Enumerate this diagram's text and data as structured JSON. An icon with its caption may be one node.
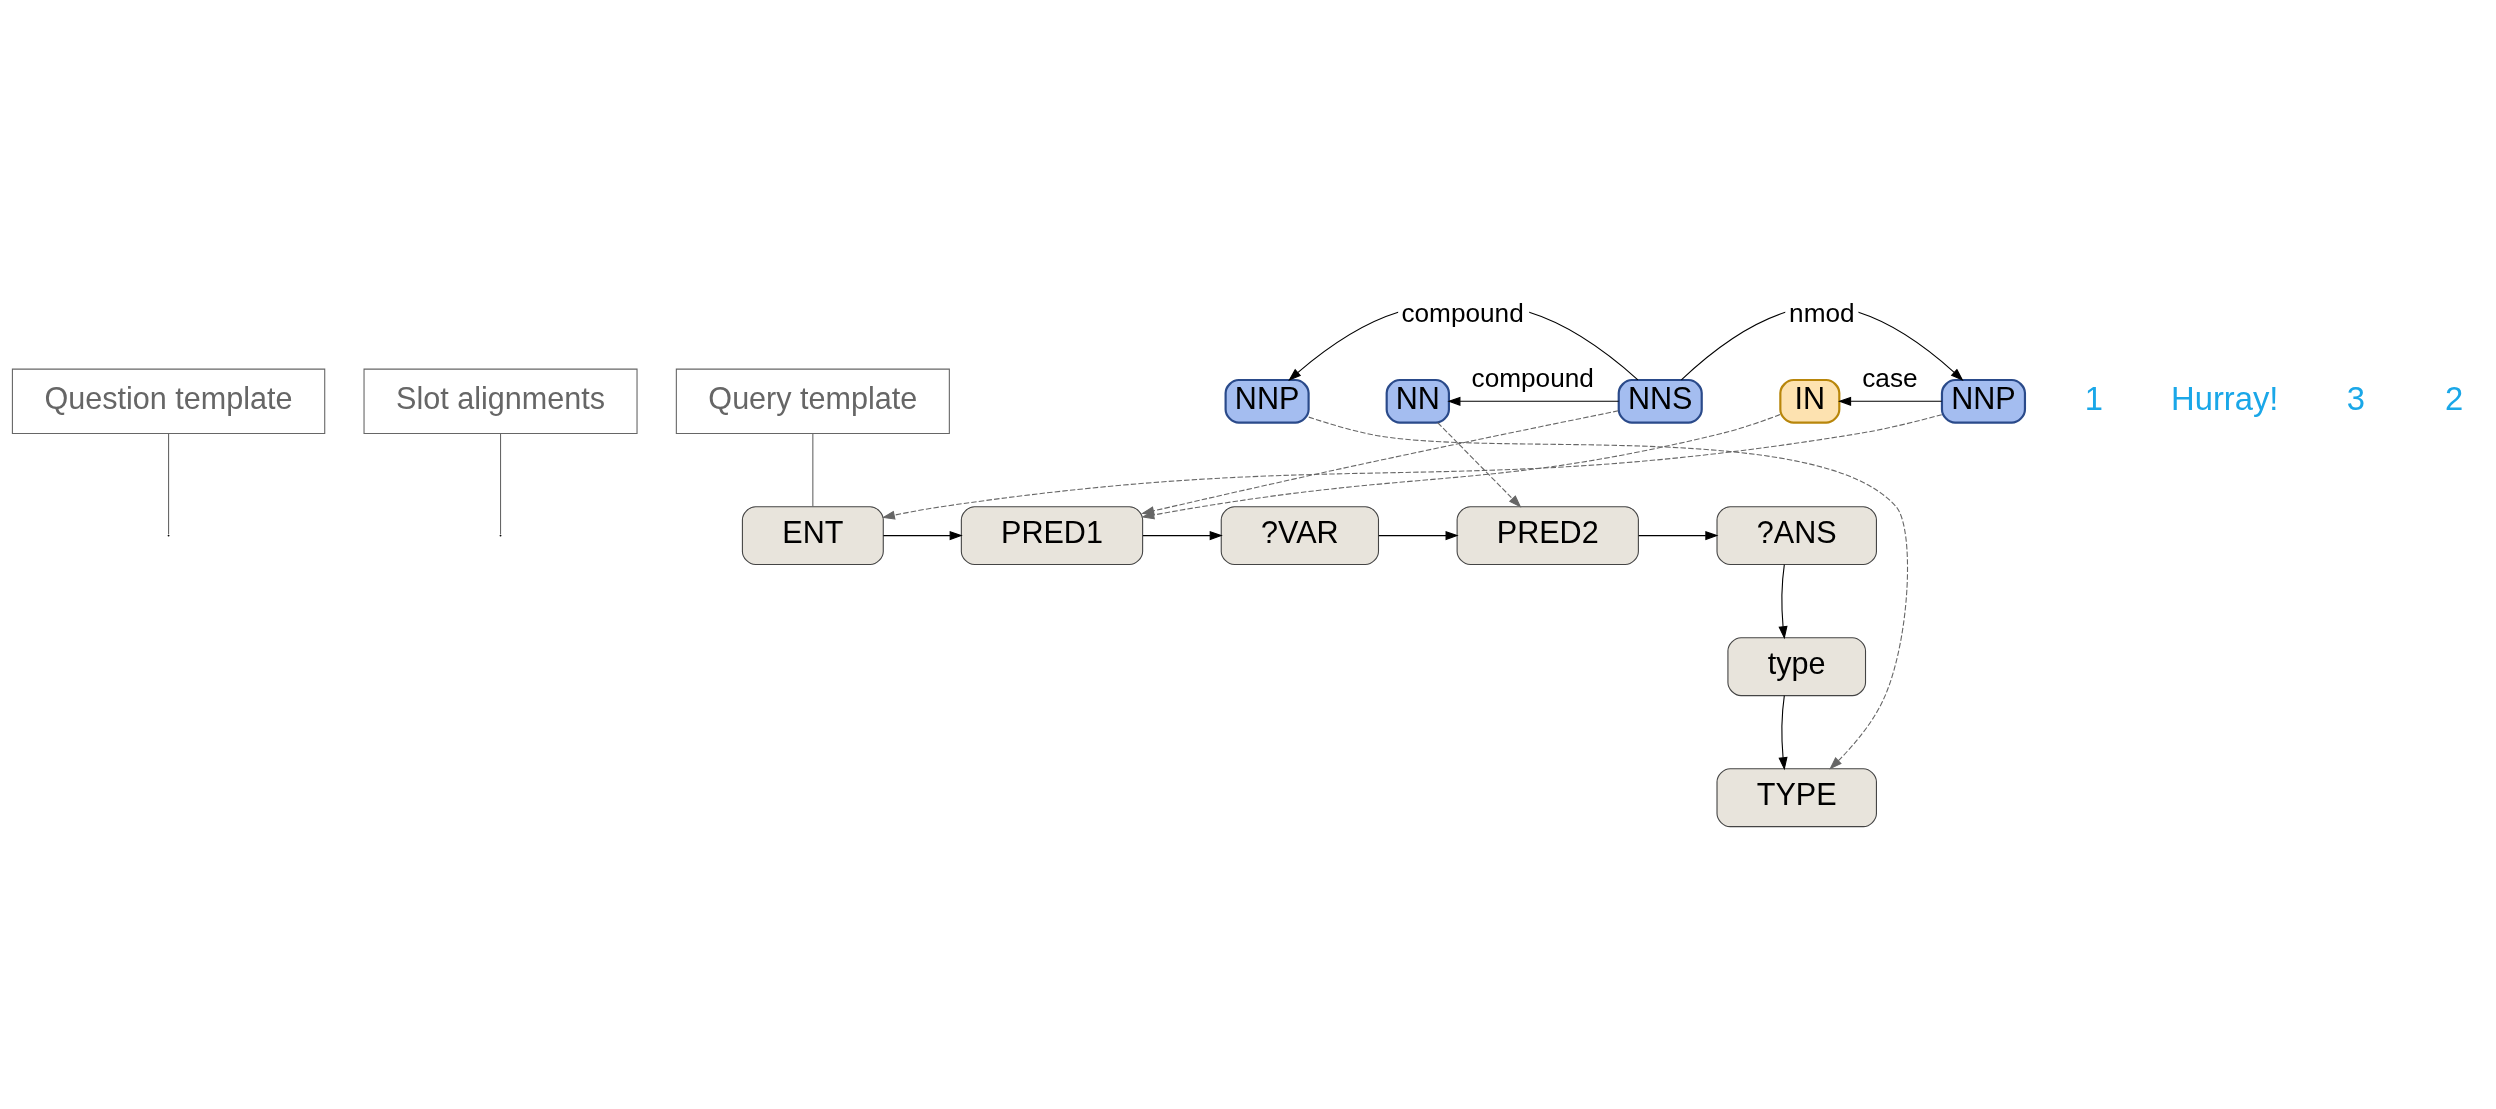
{
  "diagram": {
    "nodes": [
      {
        "text": [
          "Question template"
        ]
      },
      {
        "text": [
          "Slot alignments"
        ]
      },
      {
        "text": [
          "Query template"
        ]
      },
      {
        "text": [
          "NNP"
        ]
      },
      {
        "text": [
          "NN"
        ]
      },
      {
        "text": [
          "NNS"
        ]
      },
      {
        "text": [
          "IN"
        ]
      },
      {
        "text": [
          "NNP"
        ]
      },
      {
        "text": [
          "TYPE"
        ]
      },
      {
        "text": [
          "type"
        ]
      },
      {
        "text": [
          "ENT"
        ]
      },
      {
        "text": [
          "PRED1"
        ]
      },
      {
        "text": [
          "?VAR"
        ]
      },
      {
        "text": [
          "PRED2"
        ]
      },
      {
        "text": [
          "?ANS"
        ]
      }
    ],
    "edges": [
      {
        "from": 5,
        "to": 3,
        "arrow": "to",
        "label": "compound"
      },
      {
        "from": 5,
        "to": 4,
        "arrow": "to",
        "label": "compound"
      },
      {
        "from": 5,
        "to": 7,
        "arrow": "to",
        "label": "nmod"
      },
      {
        "from": 7,
        "to": 6,
        "arrow": "to",
        "label": "case"
      },
      {
        "from": 3,
        "to": 8,
        "arrow": "to",
        "style": "dashed",
        "color": "#666666"
      },
      {
        "from": 4,
        "to": 13,
        "arrow": "to",
        "style": "dashed",
        "color": "#666666"
      },
      {
        "from": 5,
        "to": 11,
        "arrow": "to",
        "style": "dashed",
        "color": "#666666"
      },
      {
        "from": 6,
        "to": 11,
        "arrow": "to",
        "style": "dashed",
        "color": "#666666"
      },
      {
        "from": 7,
        "to": 10,
        "arrow": "to",
        "style": "dashed",
        "color": "#666666"
      },
      {
        "from": 10,
        "to": 11,
        "arrow": "to"
      },
      {
        "from": 11,
        "to": 12,
        "arrow": "to"
      },
      {
        "from": 12,
        "to": 13,
        "arrow": "to"
      },
      {
        "from": 13,
        "to": 14,
        "arrow": "to"
      },
      {
        "from": 14,
        "to": 9,
        "arrow": "to"
      },
      {
        "from": 9,
        "to": 8,
        "arrow": "to"
      },
      {
        "from": 0,
        "to": null,
        "arrow": "none",
        "color": "#666666"
      },
      {
        "from": 1,
        "to": null,
        "arrow": "none",
        "color": "#666666"
      },
      {
        "from": 2,
        "to": 10,
        "arrow": "none",
        "color": "#666666"
      }
    ],
    "labels": [
      "1",
      "Hurray!",
      "3",
      "2"
    ]
  }
}
